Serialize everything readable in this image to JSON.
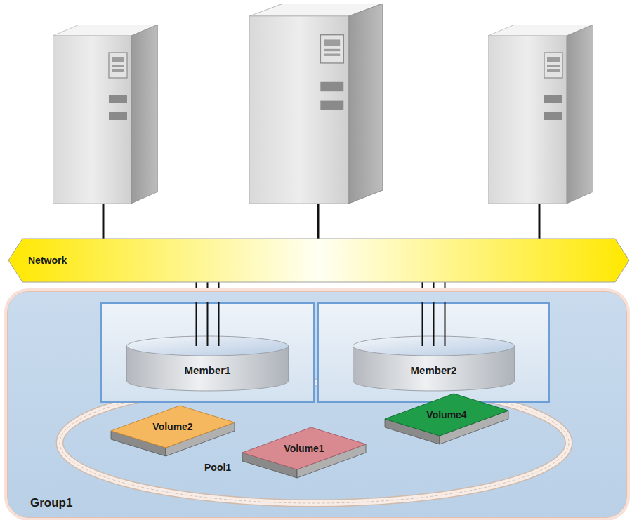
{
  "diagram": {
    "nodes": [
      {
        "text": [
          "Network"
        ]
      },
      {
        "text": [
          "Group1"
        ]
      },
      {
        "text": [
          "Member1"
        ],
        "in": 1
      },
      {
        "text": [
          "Member2"
        ],
        "in": 1
      },
      {
        "text": [
          "Pool1"
        ],
        "in": 1
      },
      {
        "text": [
          "Volume2"
        ],
        "in": 4
      },
      {
        "text": [
          "Volume1"
        ],
        "in": 4
      },
      {
        "text": [
          "Volume4"
        ],
        "in": 4
      }
    ],
    "edges": [
      {
        "from": 2,
        "to": 0,
        "arrow": "none"
      },
      {
        "from": 3,
        "to": 0,
        "arrow": "none"
      }
    ]
  }
}
